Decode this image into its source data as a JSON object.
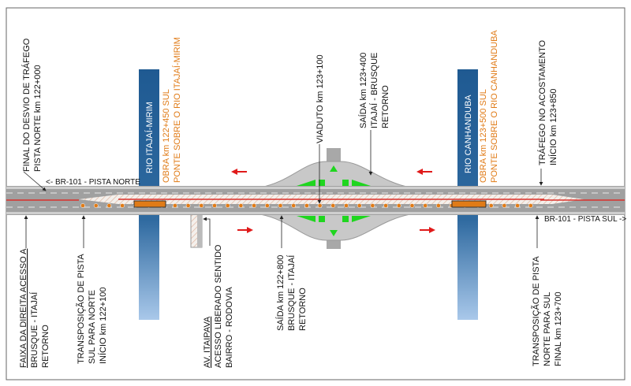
{
  "colors": {
    "road": "#9a9a9a",
    "road_light": "#c8c8c8",
    "river": "#2f6aa0",
    "works": "#e07b17",
    "arrow": "#e01a1a",
    "island": "#1fd61f",
    "red_line": "#d9302b"
  },
  "road_labels": {
    "north": "<- BR-101 - PISTA NORTE",
    "south": "BR-101 - PISTA SUL ->"
  },
  "top_labels": {
    "desvio": [
      "FINAL DO DESVIO DE TRÁFEGO",
      "PISTA NORTE km 122+000"
    ],
    "rio1": "RIO ITAJAÍ-MIRIM",
    "obra1": [
      "OBRA km 122+450 SUL",
      "PONTE SOBRE O RIO ITAJAÍ-MIRIM"
    ],
    "viaduto": "VIADUTO km 123+100",
    "saida_top": [
      "SAÍDA km 123+400",
      "ITAJAÍ - BRUSQUE",
      "RETORNO"
    ],
    "rio2": "RIO CANHANDUBA",
    "obra2": [
      "OBRA km 123+500 SUL",
      "PONTE SOBRE O RIO CANHANDUBA"
    ],
    "acostamento": [
      "TRÁFEGO NO ACOSTAMENTO",
      "INÍCIO km 123+850"
    ]
  },
  "bottom_labels": {
    "faixa": [
      "FAIXA DA DIREITA ACESSO A",
      "BRUSQUE - ITAJAÍ",
      "RETORNO"
    ],
    "transp1": [
      "TRANSPOSIÇÃO DE PISTA",
      "SUL PARA NORTE",
      "INÍCIO km 122+100"
    ],
    "itaipava": [
      "AV. ITAIPAVA",
      "ACESSO LIBERADO SENTIDO",
      "BAIRRO - RODOVIA"
    ],
    "saida_bottom": [
      "SAÍDA km 122+800",
      "BRUSQUE - ITAJAÍ",
      "RETORNO"
    ],
    "transp2": [
      "TRANSPOSIÇÃO DE PISTA",
      "NORTE PARA SUL",
      "FINAL km 123+700"
    ]
  }
}
